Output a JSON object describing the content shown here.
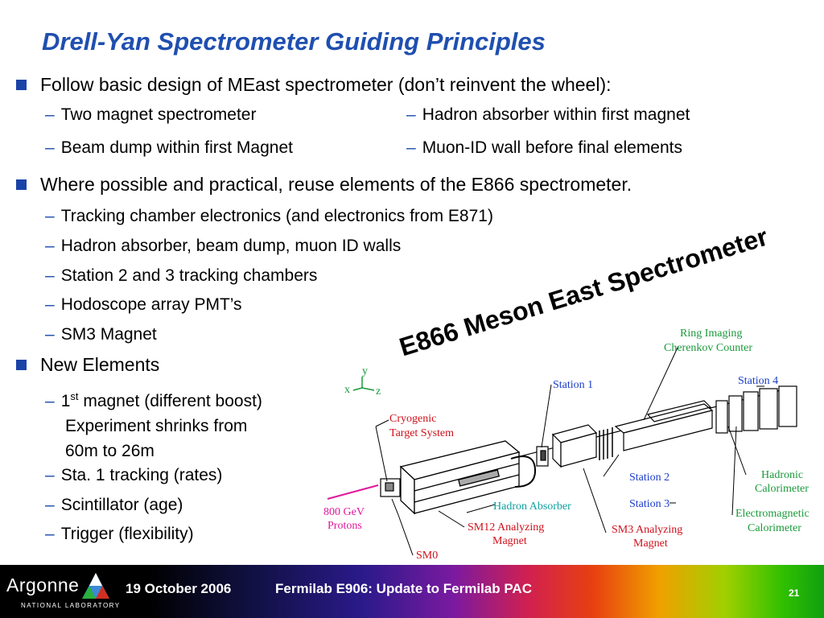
{
  "title": "Drell-Yan Spectrometer Guiding Principles",
  "bullets": [
    {
      "text": "Follow basic design of MEast spectrometer (don’t reinvent the wheel):",
      "sub": [
        "Two magnet spectrometer",
        "Hadron absorber within first magnet",
        "Beam dump within first Magnet",
        "Muon-ID wall before final elements"
      ]
    },
    {
      "text": "Where possible and practical, reuse elements of the E866 spectrometer.",
      "sub": [
        "Tracking chamber electronics (and electronics from E871)",
        "Hadron absorber, beam dump, muon ID walls",
        "Station 2 and 3 tracking chambers",
        "Hodoscope array PMT’s",
        "SM3 Magnet"
      ]
    },
    {
      "text": "New Elements",
      "sub_first": {
        "base": "1",
        "sup": "st",
        "rest": " magnet (different boost)",
        "line2": "Experiment shrinks from",
        "line3": "60m to 26m"
      },
      "sub": [
        "Sta. 1 tracking (rates)",
        "Scintillator (age)",
        "Trigger (flexibility)"
      ]
    }
  ],
  "diagram": {
    "title": "E866 Meson East Spectrometer",
    "axes": {
      "x": "x",
      "y": "y",
      "z": "z"
    },
    "labels": {
      "ring_imaging_1": "Ring Imaging",
      "ring_imaging_2": "Cherenkov Counter",
      "station4": "Station 4",
      "station1": "Station 1",
      "cryogenic_1": "Cryogenic",
      "cryogenic_2": "Target System",
      "station2": "Station 2",
      "station3": "Station 3",
      "hadronic_1": "Hadronic",
      "hadronic_2": "Calorimeter",
      "hadron_absorber": "Hadron Absorber",
      "beam_1": "800 GeV",
      "beam_2": "Protons",
      "sm12_1": "SM12 Analyzing",
      "sm12_2": "Magnet",
      "sm3_1": "SM3 Analyzing",
      "sm3_2": "Magnet",
      "em_1": "Electromagnetic",
      "em_2": "Calorimeter",
      "sm0": "SM0"
    },
    "colors": {
      "blue": "#1a3cc8",
      "red": "#d0101a",
      "teal": "#10a0a0",
      "green": "#1a9a3a",
      "magenta": "#e0189a"
    }
  },
  "footer": {
    "logo_text": "Argonne",
    "logo_sub": "NATIONAL LABORATORY",
    "date": "19 October 2006",
    "title": "Fermilab E906:  Update to Fermilab PAC",
    "page": "21"
  }
}
